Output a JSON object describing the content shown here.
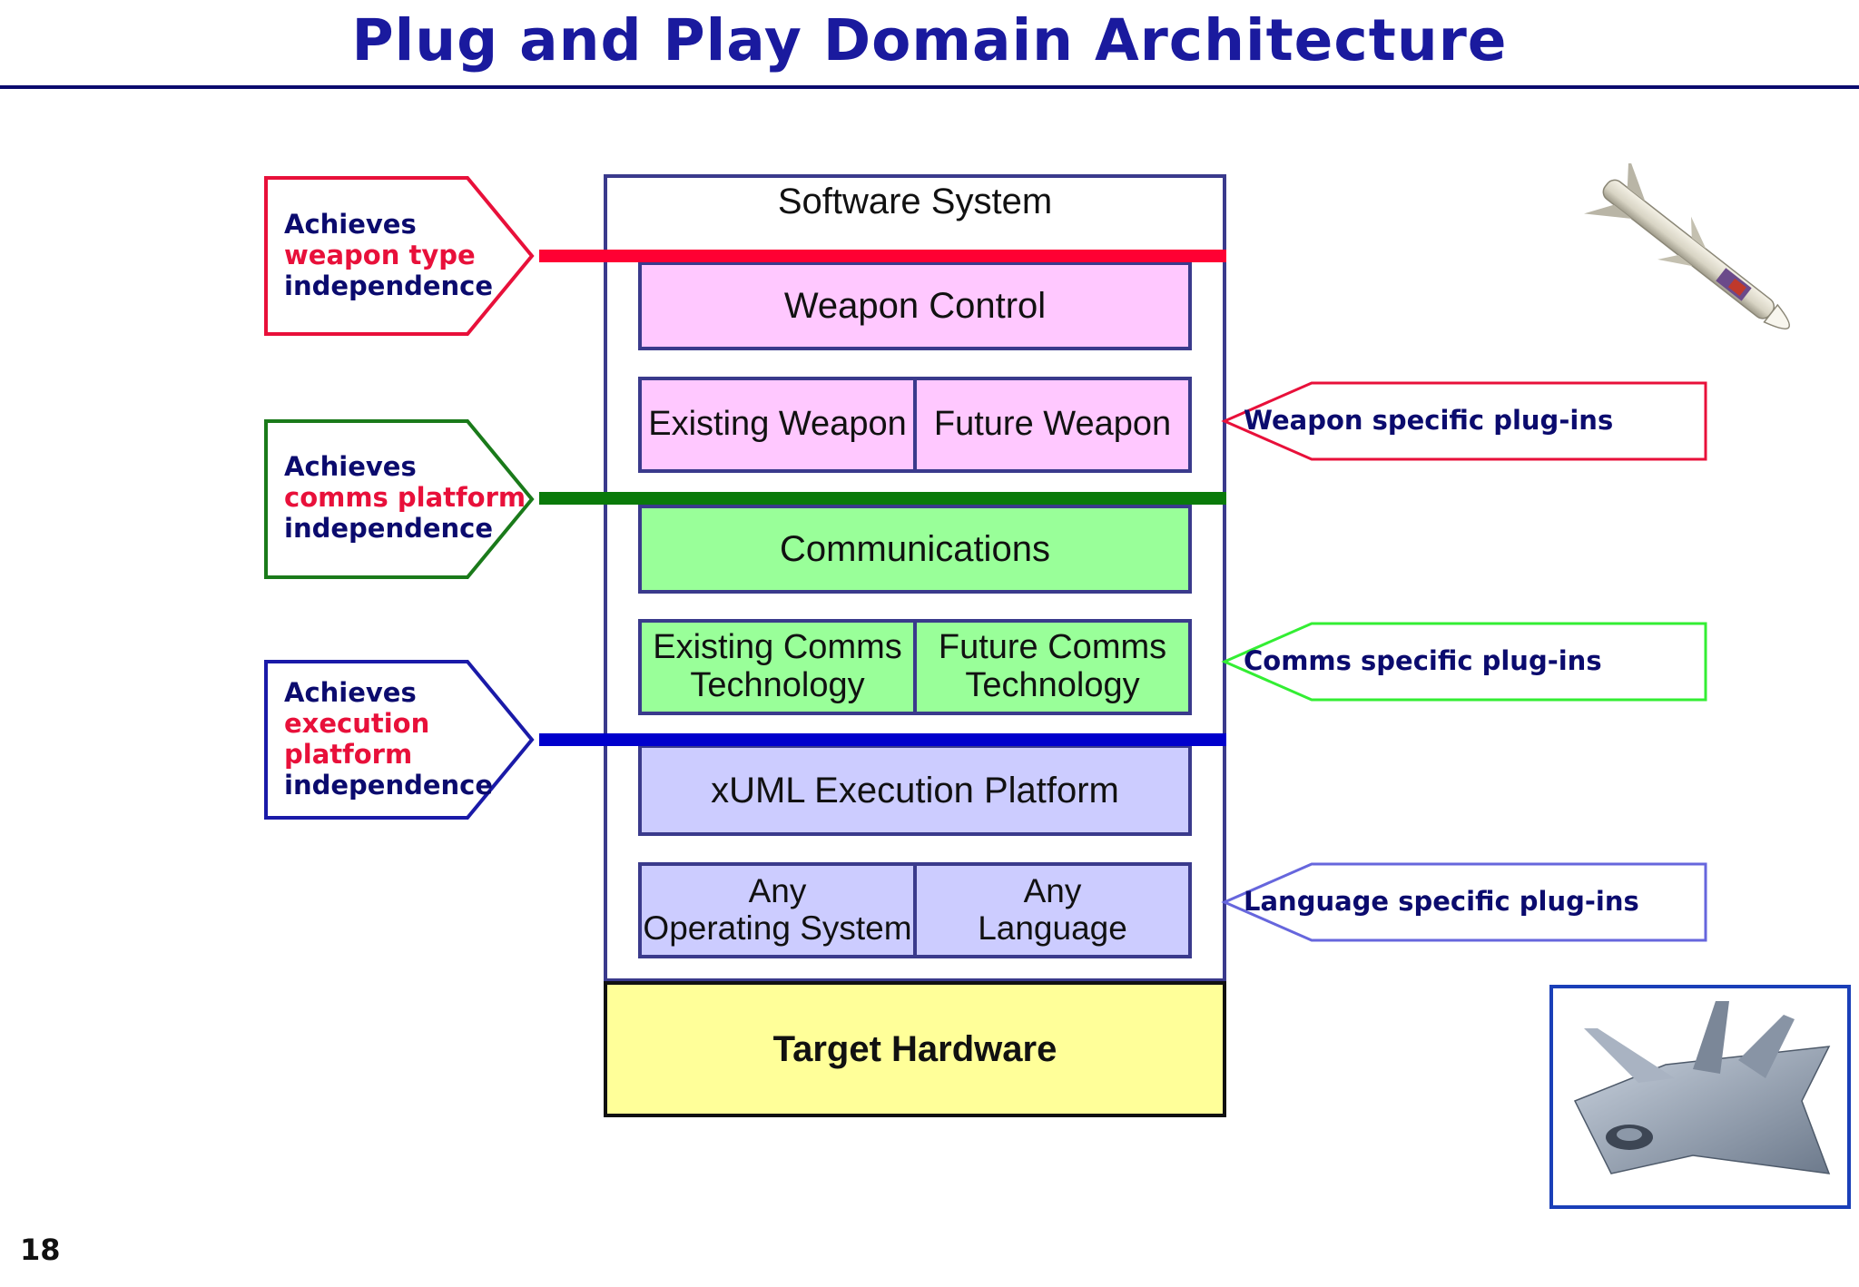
{
  "title": "Plug and Play Domain Architecture",
  "page_number": "18",
  "stack": {
    "label": "Software System",
    "weapon_control": "Weapon Control",
    "existing_weapon": "Existing Weapon",
    "future_weapon": "Future Weapon",
    "communications": "Communications",
    "existing_comms": [
      "Existing Comms",
      "Technology"
    ],
    "future_comms": [
      "Future Comms",
      "Technology"
    ],
    "xuml": "xUML Execution Platform",
    "any_os": [
      "Any",
      "Operating System"
    ],
    "any_language": [
      "Any",
      "Language"
    ]
  },
  "hardware": "Target Hardware",
  "left_callouts": [
    {
      "lines": [
        "Achieves",
        "weapon type",
        "independence"
      ],
      "border_color": "#e8103a"
    },
    {
      "lines": [
        "Achieves",
        "comms platform",
        "independence"
      ],
      "border_color": "#1a7a1a"
    },
    {
      "lines": [
        "Achieves",
        "execution",
        "platform",
        "independence"
      ],
      "border_color": "#1a1aa8"
    }
  ],
  "right_callouts": [
    {
      "text": "Weapon specific plug-ins",
      "border_color": "#e8103a"
    },
    {
      "text": "Comms specific plug-ins",
      "border_color": "#33ee33"
    },
    {
      "text": "Language specific plug-ins",
      "border_color": "#6666dd"
    }
  ],
  "bars": {
    "weapon": "#ff0033",
    "comms": "#0a7a0a",
    "execution": "#0000cc"
  },
  "images": {
    "missile": "missile-image",
    "jet": "fighter-jet-image"
  }
}
